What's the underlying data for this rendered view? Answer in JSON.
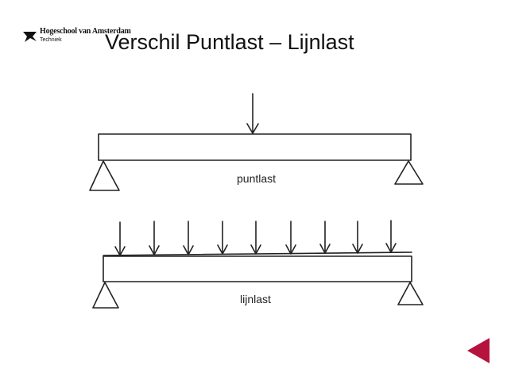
{
  "logo": {
    "name": "Hogeschool van Amsterdam",
    "subtitle": "Techniek"
  },
  "slide": {
    "title": "Verschil Puntlast – Lijnlast"
  },
  "diagram": {
    "point_load_label": "puntlast",
    "line_load_label": "lijnlast"
  },
  "colors": {
    "nav_arrow": "#b5123e",
    "ink": "#222222"
  },
  "icons": {
    "logo": "hva-logo-icon",
    "nav": "previous-slide-icon"
  }
}
